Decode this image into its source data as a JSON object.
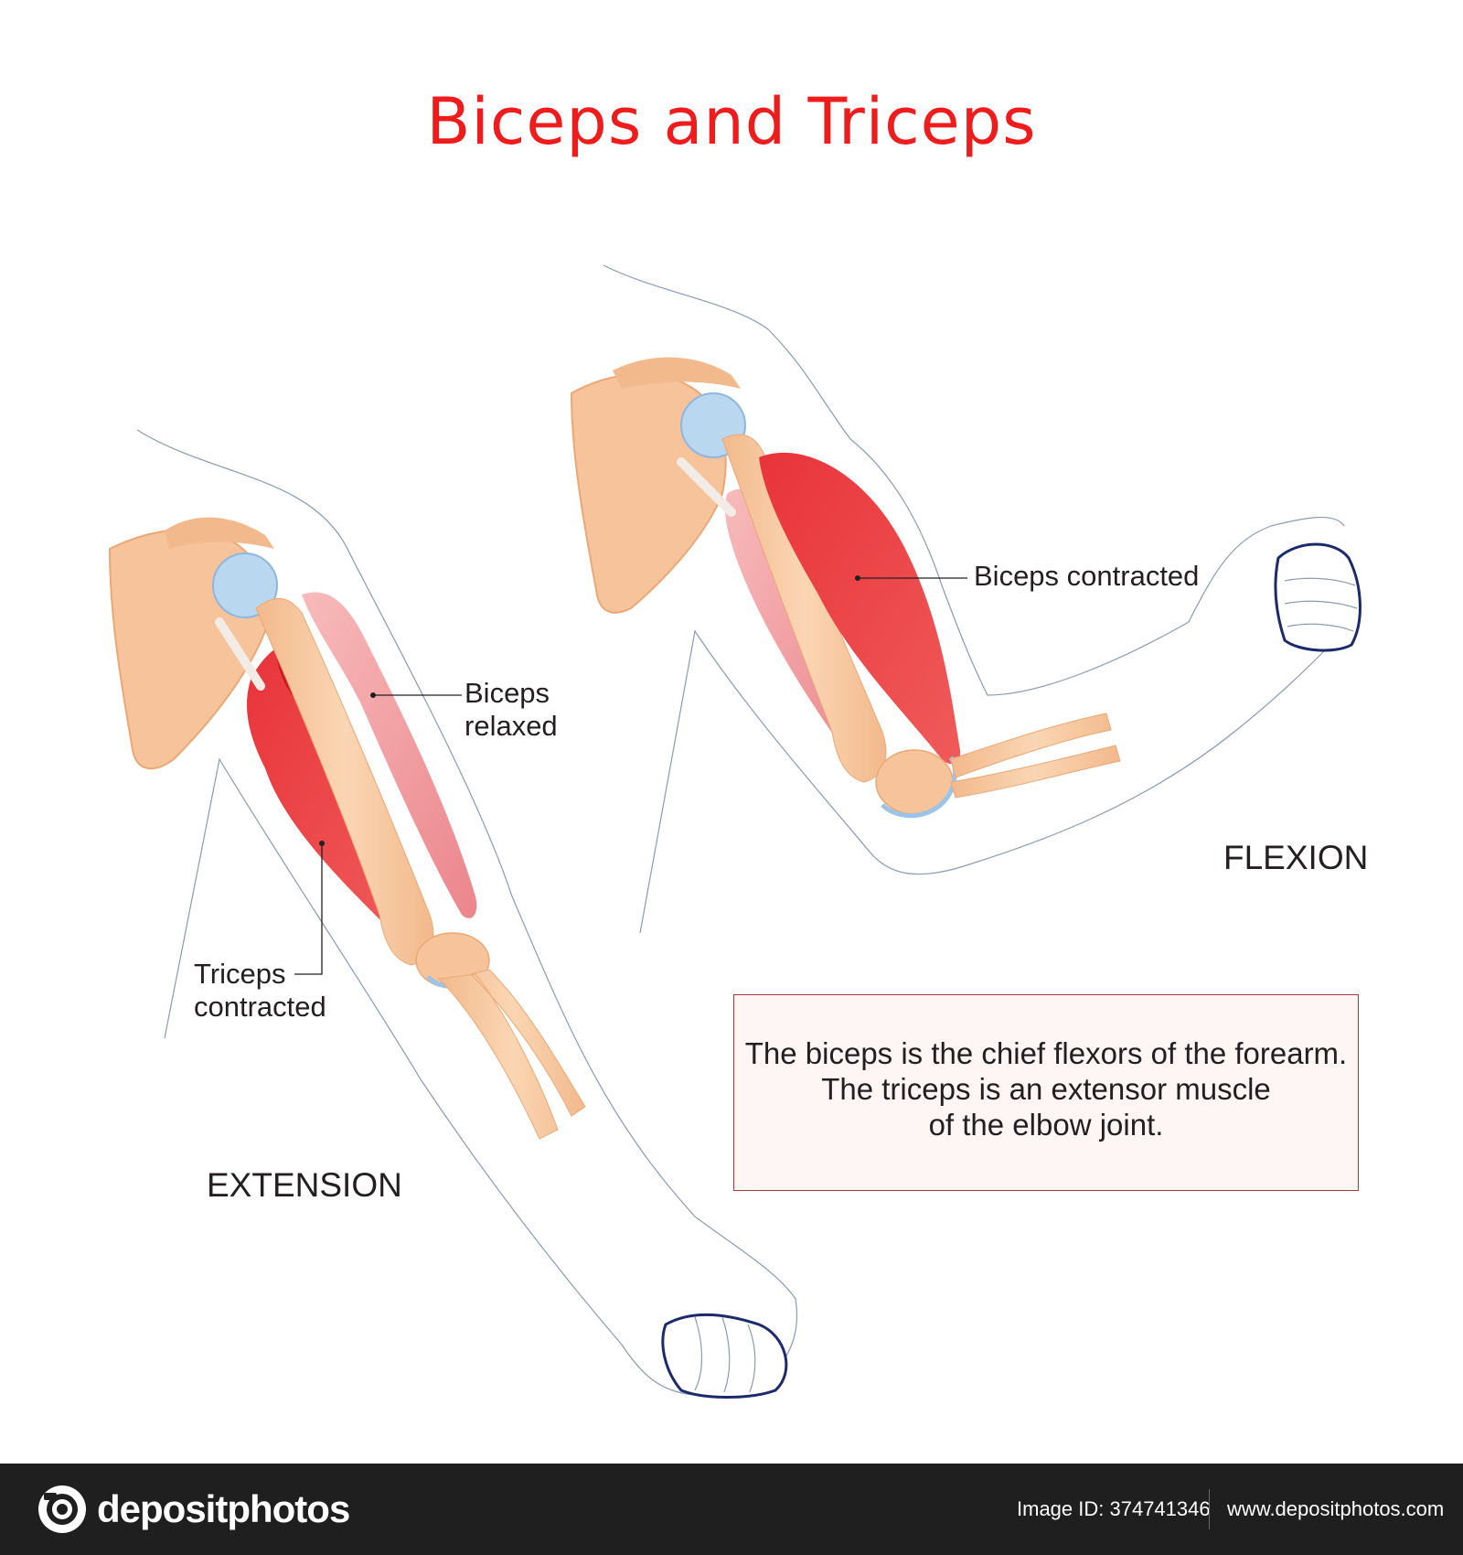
{
  "title": "Biceps and Triceps",
  "labels": {
    "biceps_relaxed_line1": "Biceps",
    "biceps_relaxed_line2": "relaxed",
    "triceps_contracted_line1": "Triceps",
    "triceps_contracted_line2": "contracted",
    "biceps_contracted": "Biceps contracted",
    "extension": "EXTENSION",
    "flexion": "FLEXION"
  },
  "info_box": {
    "lines": [
      "The biceps is the chief flexors of the forearm.",
      "The triceps is an extensor muscle",
      "of the elbow joint."
    ]
  },
  "footer": {
    "brand": "depositphotos",
    "image_id": "Image ID: 374741346",
    "website": "www.depositphotos.com"
  },
  "colors": {
    "title": "#ee1c1c",
    "muscle_contracted": "#e53a3a",
    "muscle_relaxed": "#f0a0a0",
    "bone": "#f7c9a0",
    "cartilage": "#b9d7ef",
    "footer_bg": "#1f1f1f"
  }
}
